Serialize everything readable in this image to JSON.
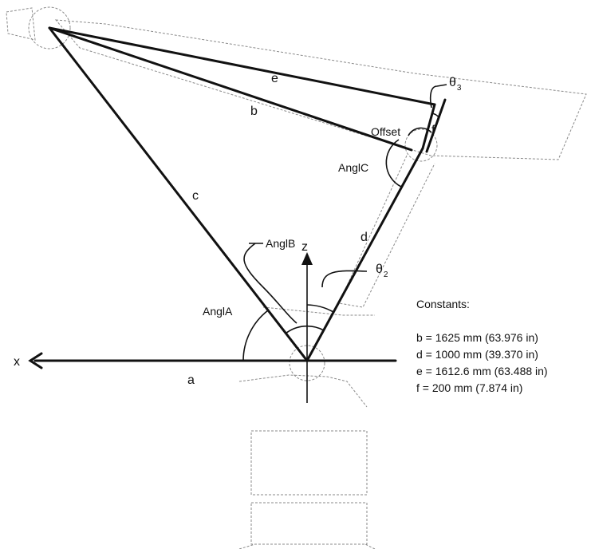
{
  "labels": {
    "a": "a",
    "b": "b",
    "c": "c",
    "d": "d",
    "e": "e",
    "f": "f",
    "x_axis": "x",
    "z_axis": "z",
    "angl_a": "AnglA",
    "angl_b": "AnglB",
    "angl_c": "AnglC",
    "offset": "Offset",
    "theta2": "θ",
    "theta2_sub": "2",
    "theta3": "θ",
    "theta3_sub": "3"
  },
  "constants": {
    "title": "Constants:",
    "lines": [
      "b = 1625 mm (63.976 in)",
      "d = 1000 mm (39.370 in)",
      "e = 1612.6 mm (63.488 in)",
      "f = 200 mm (7.874 in)"
    ]
  },
  "colors": {
    "ink": "#111111",
    "ghost_outline": "#8a8a8a"
  }
}
